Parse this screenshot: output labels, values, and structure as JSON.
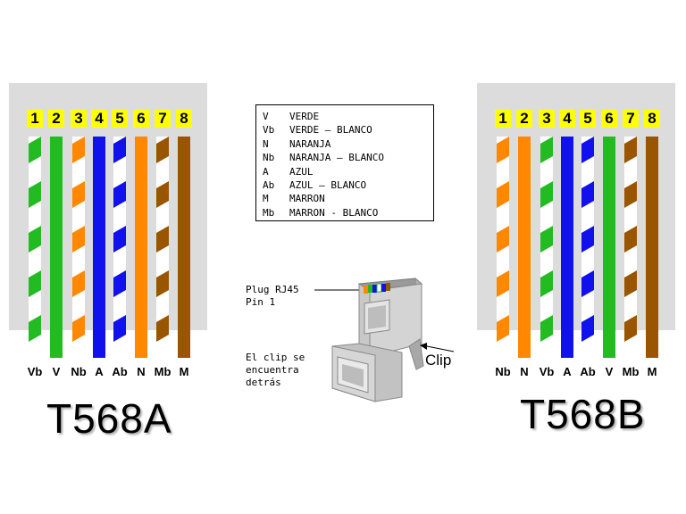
{
  "colors": {
    "green": "#22bb22",
    "orange": "#ff8800",
    "blue": "#1111ee",
    "brown": "#995500",
    "pin_label_bg": "#ffff00",
    "panel_bg": "#dcdcdc"
  },
  "standards": [
    {
      "title": "T568A",
      "pins": [
        {
          "num": "1",
          "code": "Vb",
          "color": "green",
          "striped": true
        },
        {
          "num": "2",
          "code": "V",
          "color": "green",
          "striped": false
        },
        {
          "num": "3",
          "code": "Nb",
          "color": "orange",
          "striped": true
        },
        {
          "num": "4",
          "code": "A",
          "color": "blue",
          "striped": false
        },
        {
          "num": "5",
          "code": "Ab",
          "color": "blue",
          "striped": true
        },
        {
          "num": "6",
          "code": "N",
          "color": "orange",
          "striped": false
        },
        {
          "num": "7",
          "code": "Mb",
          "color": "brown",
          "striped": true
        },
        {
          "num": "8",
          "code": "M",
          "color": "brown",
          "striped": false
        }
      ]
    },
    {
      "title": "T568B",
      "pins": [
        {
          "num": "1",
          "code": "Nb",
          "color": "orange",
          "striped": true
        },
        {
          "num": "2",
          "code": "N",
          "color": "orange",
          "striped": false
        },
        {
          "num": "3",
          "code": "Vb",
          "color": "green",
          "striped": true
        },
        {
          "num": "4",
          "code": "A",
          "color": "blue",
          "striped": false
        },
        {
          "num": "5",
          "code": "Ab",
          "color": "blue",
          "striped": true
        },
        {
          "num": "6",
          "code": "V",
          "color": "green",
          "striped": false
        },
        {
          "num": "7",
          "code": "Mb",
          "color": "brown",
          "striped": true
        },
        {
          "num": "8",
          "code": "M",
          "color": "brown",
          "striped": false
        }
      ]
    }
  ],
  "legend": [
    {
      "code": "V",
      "name": "VERDE"
    },
    {
      "code": "Vb",
      "name": "VERDE – BLANCO"
    },
    {
      "code": "N",
      "name": "NARANJA"
    },
    {
      "code": "Nb",
      "name": "NARANJA – BLANCO"
    },
    {
      "code": "A",
      "name": "AZUL"
    },
    {
      "code": "Ab",
      "name": "AZUL – BLANCO"
    },
    {
      "code": "M",
      "name": "MARRON"
    },
    {
      "code": "Mb",
      "name": "MARRON - BLANCO"
    }
  ],
  "plug_note": "Plug RJ45\nPin 1",
  "clip_note": "El clip se\nencuentra\ndetrás",
  "clip_label": "Clip"
}
